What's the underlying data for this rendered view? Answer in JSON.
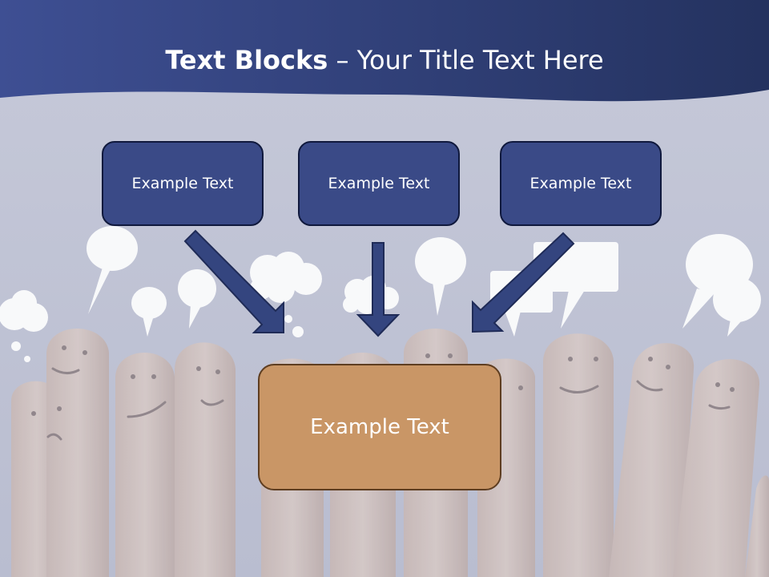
{
  "title": {
    "bold": "Text Blocks",
    "dash": " – ",
    "rest": "Your Title Text Here"
  },
  "blocks": {
    "top": [
      "Example Text",
      "Example Text",
      "Example Text"
    ],
    "bottom": "Example Text"
  },
  "colors": {
    "header": "#3a4a87",
    "box_fill": "#3a4a87",
    "box_border": "#10193d",
    "arrow_fill": "#34457f",
    "bottom_fill": "#c99666",
    "bottom_border": "#5e3d20",
    "background": "#c9cbd9"
  },
  "background_image": {
    "subject": "smiling finger faces with speech bubbles",
    "icon_names": [
      "speech-bubble-icon",
      "thought-cloud-icon",
      "finger-face-icon"
    ]
  }
}
